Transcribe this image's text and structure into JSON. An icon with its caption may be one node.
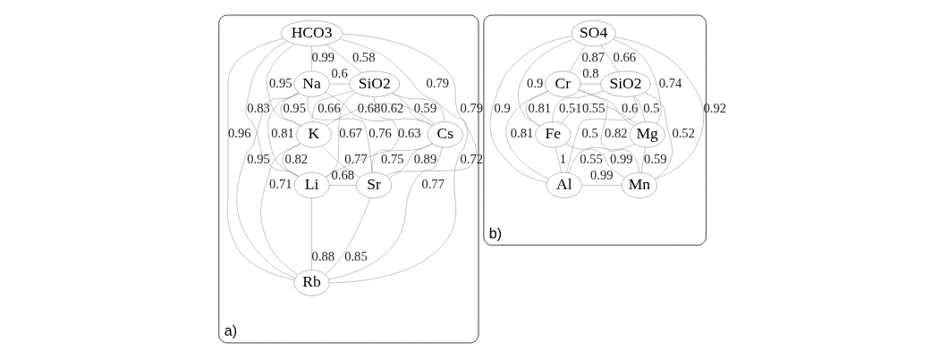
{
  "diagram": {
    "nodes": [
      {
        "text": [
          "a)"
        ]
      },
      {
        "text": [
          "HCO3"
        ],
        "in": 0
      },
      {
        "text": [
          "Na"
        ],
        "in": 0
      },
      {
        "text": [
          "SiO2"
        ],
        "in": 0
      },
      {
        "text": [
          "K"
        ],
        "in": 0
      },
      {
        "text": [
          "Cs"
        ],
        "in": 0
      },
      {
        "text": [
          "Li"
        ],
        "in": 0
      },
      {
        "text": [
          "Sr"
        ],
        "in": 0
      },
      {
        "text": [
          "Rb"
        ],
        "in": 0
      },
      {
        "text": [
          "b)"
        ]
      },
      {
        "text": [
          "SO4"
        ],
        "in": 9
      },
      {
        "text": [
          "Cr"
        ],
        "in": 9
      },
      {
        "text": [
          "SiO2"
        ],
        "in": 9
      },
      {
        "text": [
          "Fe"
        ],
        "in": 9
      },
      {
        "text": [
          "Mg"
        ],
        "in": 9
      },
      {
        "text": [
          "Al"
        ],
        "in": 9
      },
      {
        "text": [
          "Mn"
        ],
        "in": 9
      }
    ],
    "edges": [
      {
        "from": 1,
        "to": 2,
        "arrow": "none",
        "label": "0.99"
      },
      {
        "from": 1,
        "to": 3,
        "arrow": "none",
        "label": "0.58"
      },
      {
        "from": 2,
        "to": 3,
        "arrow": "none",
        "label": "0.6"
      },
      {
        "from": 1,
        "to": 5,
        "arrow": "none",
        "label": "0.79"
      },
      {
        "from": 3,
        "to": 4,
        "arrow": "none",
        "label": "0.66"
      },
      {
        "from": 3,
        "to": 6,
        "arrow": "none",
        "label": "0.67"
      },
      {
        "from": 3,
        "to": 8,
        "arrow": "none",
        "label": "0.72"
      },
      {
        "from": 3,
        "to": 5,
        "arrow": "none",
        "label": "0.59"
      },
      {
        "from": 3,
        "to": 7,
        "arrow": "none",
        "label": "0.63"
      },
      {
        "from": 2,
        "to": 4,
        "arrow": "none",
        "label": "0.95"
      },
      {
        "from": 4,
        "to": 1,
        "arrow": "none",
        "label": "0.95"
      },
      {
        "from": 2,
        "to": 5,
        "arrow": "none",
        "label": "0.68"
      },
      {
        "from": 4,
        "to": 5,
        "arrow": "none",
        "label": "0.62"
      },
      {
        "from": 2,
        "to": 6,
        "arrow": "none",
        "label": "0.81"
      },
      {
        "from": 4,
        "to": 6,
        "arrow": "none",
        "label": "0.82"
      },
      {
        "from": 6,
        "to": 1,
        "arrow": "none",
        "label": "0.83"
      },
      {
        "from": 1,
        "to": 8,
        "arrow": "none",
        "label": "0.96"
      },
      {
        "from": 6,
        "to": 5,
        "arrow": "none",
        "label": "0.75"
      },
      {
        "from": 2,
        "to": 7,
        "arrow": "none",
        "label": "0.76"
      },
      {
        "from": 1,
        "to": 7,
        "arrow": "none",
        "label": "0.79"
      },
      {
        "from": 8,
        "to": 5,
        "arrow": "none",
        "label": "0.77"
      },
      {
        "from": 5,
        "to": 7,
        "arrow": "none",
        "label": "0.89"
      },
      {
        "from": 4,
        "to": 7,
        "arrow": "none",
        "label": "0.77"
      },
      {
        "from": 6,
        "to": 7,
        "arrow": "none",
        "label": "0.68"
      },
      {
        "from": 4,
        "to": 8,
        "arrow": "none",
        "label": "0.71"
      },
      {
        "from": 2,
        "to": 8,
        "arrow": "none",
        "label": "0.95"
      },
      {
        "from": 6,
        "to": 8,
        "arrow": "none",
        "label": "0.88"
      },
      {
        "from": 8,
        "to": 7,
        "arrow": "none",
        "label": "0.85"
      },
      {
        "from": 10,
        "to": 11,
        "arrow": "none",
        "label": "0.87"
      },
      {
        "from": 10,
        "to": 12,
        "arrow": "none",
        "label": "0.66"
      },
      {
        "from": 11,
        "to": 12,
        "arrow": "none",
        "label": "0.8"
      },
      {
        "from": 11,
        "to": 13,
        "arrow": "none",
        "label": "0.81"
      },
      {
        "from": 10,
        "to": 13,
        "arrow": "none",
        "label": "0.9"
      },
      {
        "from": 11,
        "to": 14,
        "arrow": "none",
        "label": "0.6"
      },
      {
        "from": 12,
        "to": 13,
        "arrow": "none",
        "label": "0.51"
      },
      {
        "from": 10,
        "to": 14,
        "arrow": "none",
        "label": "0.74"
      },
      {
        "from": 12,
        "to": 14,
        "arrow": "none",
        "label": "0.5"
      },
      {
        "from": 12,
        "to": 16,
        "arrow": "none",
        "label": "0.52"
      },
      {
        "from": 11,
        "to": 16,
        "arrow": "none",
        "label": "0.82"
      },
      {
        "from": 12,
        "to": 15,
        "arrow": "none",
        "label": "0.5"
      },
      {
        "from": 10,
        "to": 15,
        "arrow": "none",
        "label": "0.9"
      },
      {
        "from": 10,
        "to": 16,
        "arrow": "none",
        "label": "0.92"
      },
      {
        "from": 13,
        "to": 14,
        "arrow": "none",
        "label": "0.55"
      },
      {
        "from": 15,
        "to": 14,
        "arrow": "none",
        "label": "0.55"
      },
      {
        "from": 14,
        "to": 16,
        "arrow": "none",
        "label": "0.59"
      },
      {
        "from": 13,
        "to": 15,
        "arrow": "none",
        "label": "1"
      },
      {
        "from": 11,
        "to": 15,
        "arrow": "none",
        "label": "0.81"
      },
      {
        "from": 13,
        "to": 16,
        "arrow": "none",
        "label": "0.99"
      },
      {
        "from": 15,
        "to": 16,
        "arrow": "none",
        "label": "0.99"
      }
    ]
  }
}
